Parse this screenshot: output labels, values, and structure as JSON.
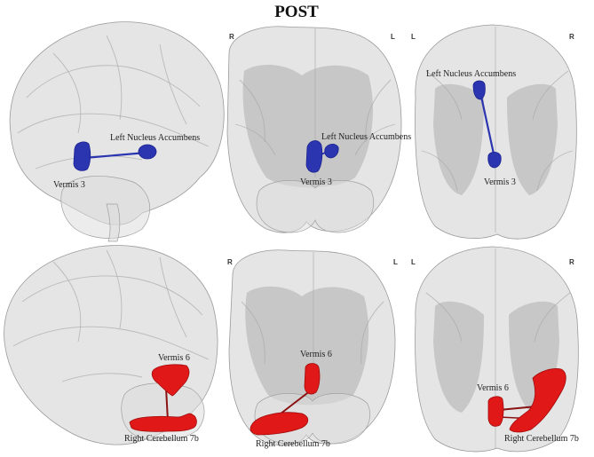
{
  "title": "POST",
  "orientation": {
    "right": "R",
    "left": "L"
  },
  "regions": {
    "left_nucleus_accumbens": "Left Nucleus Accumbens",
    "vermis_3": "Vermis 3",
    "vermis_6": "Vermis 6",
    "right_cerebellum_7b": "Right Cerebellum 7b"
  },
  "colors": {
    "top_connection": "#2b35b0",
    "bottom_connection": "#e01818",
    "brain_mesh": "#cfcfcf"
  }
}
